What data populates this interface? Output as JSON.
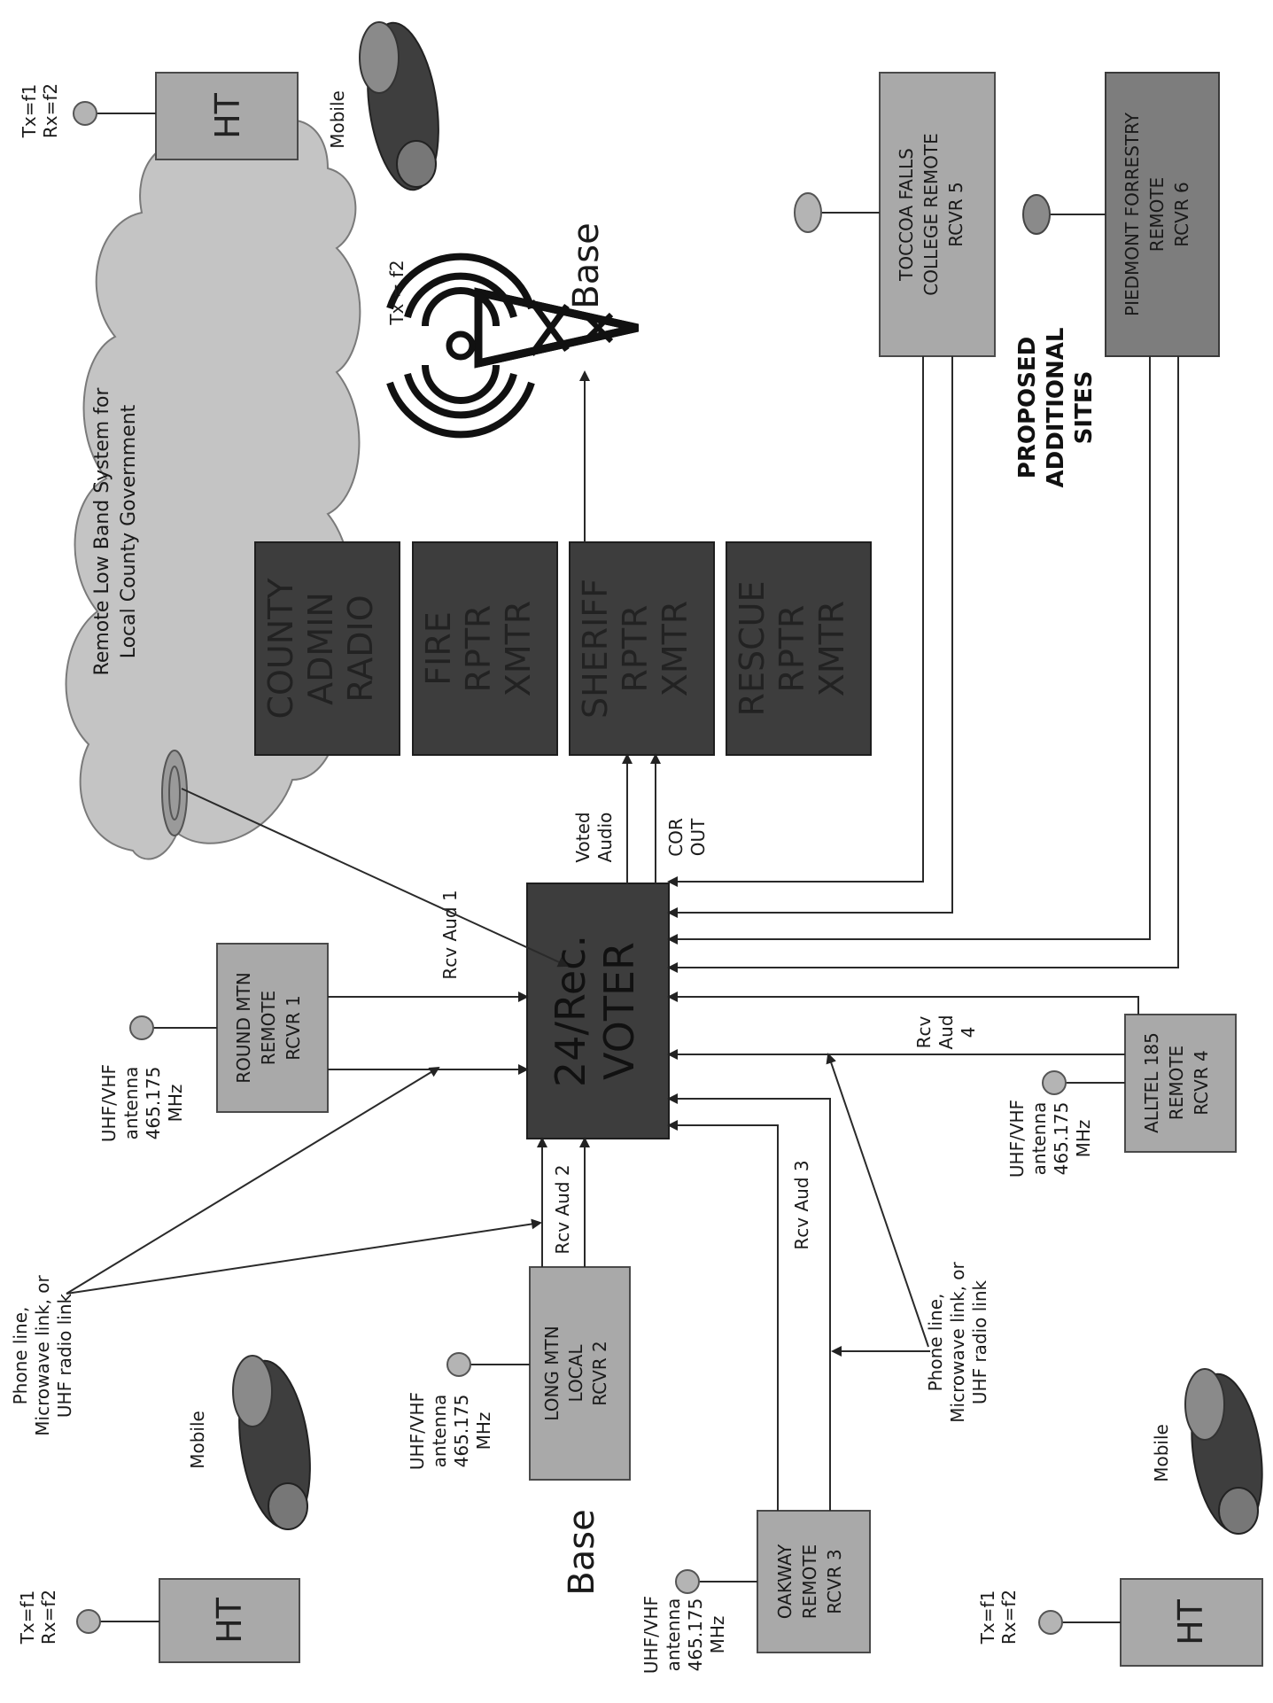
{
  "cloud": {
    "line1": "Remote Low Band System for",
    "line2": "Local County Government"
  },
  "voter": {
    "line1": "24/Rec.",
    "line2": "VOTER"
  },
  "transmitters": [
    {
      "l1": "COUNTY",
      "l2": "ADMIN",
      "l3": "RADIO"
    },
    {
      "l1": "FIRE",
      "l2": "RPTR",
      "l3": "XMTR"
    },
    {
      "l1": "SHERIFF",
      "l2": "RPTR",
      "l3": "XMTR"
    },
    {
      "l1": "RESCUE",
      "l2": "RPTR",
      "l3": "XMTR"
    }
  ],
  "receivers": {
    "rcvr1": {
      "l1": "ROUND MTN",
      "l2": "REMOTE",
      "l3": "RCVR 1"
    },
    "rcvr2": {
      "l1": "LONG MTN",
      "l2": "LOCAL",
      "l3": "RCVR 2"
    },
    "rcvr3": {
      "l1": "OAKWAY",
      "l2": "REMOTE",
      "l3": "RCVR 3"
    },
    "rcvr4": {
      "l1": "ALLTEL 185",
      "l2": "REMOTE",
      "l3": "RCVR 4"
    },
    "rcvr5": {
      "l1": "TOCCOA FALLS",
      "l2": "COLLEGE REMOTE",
      "l3": "RCVR 5"
    },
    "rcvr6": {
      "l1": "PIEDMONT FORRESTRY",
      "l2": "REMOTE",
      "l3": "RCVR 6"
    }
  },
  "antenna_label": {
    "l1": "UHF/VHF",
    "l2": "antenna",
    "l3": "465.175",
    "l4": "MHz"
  },
  "ht": {
    "label": "HT",
    "tx": "Tx=f1",
    "rx": "Rx=f2"
  },
  "mobile_label": "Mobile",
  "base_label": "Base",
  "tower_tx": "Tx = f2",
  "link": {
    "l1": "Phone line,",
    "l2": "Microwave link, or",
    "l3": "UHF radio link"
  },
  "link2": {
    "l1": "Phone line,",
    "l2": "Microwave link, or",
    "l3": "UHF radio link"
  },
  "audio_labels": {
    "rcv1": "Rcv Aud 1",
    "rcv2": "Rcv Aud 2",
    "rcv3": "Rcv Aud 3",
    "rcv4_l1": "Rcv",
    "rcv4_l2": "Aud",
    "rcv4_l3": "4",
    "voted1": "Voted",
    "voted2": "Audio",
    "cor1": "COR",
    "cor2": "OUT"
  },
  "proposed": {
    "l1": "PROPOSED",
    "l2": "ADDITIONAL",
    "l3": "SITES"
  }
}
